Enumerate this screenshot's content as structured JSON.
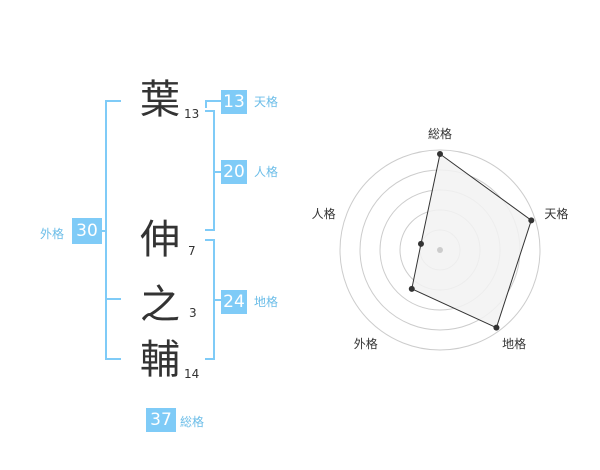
{
  "colors": {
    "accent": "#7fcbf7",
    "accent_text": "#6bbde8",
    "text": "#333333",
    "radar_fill": "#f2f2f2",
    "radar_grid": "#cccccc"
  },
  "name_chars": [
    {
      "char": "葉",
      "strokes": "13"
    },
    {
      "char": "伸",
      "strokes": "7"
    },
    {
      "char": "之",
      "strokes": "3"
    },
    {
      "char": "輔",
      "strokes": "14"
    }
  ],
  "fortunes": {
    "tenkaku": {
      "value": "13",
      "label": "天格"
    },
    "jinkaku": {
      "value": "20",
      "label": "人格"
    },
    "chikaku": {
      "value": "24",
      "label": "地格"
    },
    "gaikaku": {
      "value": "30",
      "label": "外格"
    },
    "soukaku": {
      "value": "37",
      "label": "総格"
    }
  },
  "chart_data": {
    "type": "radar",
    "axes": [
      "総格",
      "天格",
      "地格",
      "外格",
      "人格"
    ],
    "values": [
      4.8,
      4.8,
      4.8,
      2.4,
      1.0
    ],
    "rmax": 5,
    "rings": 5,
    "center_dot_color": "#cccccc"
  }
}
